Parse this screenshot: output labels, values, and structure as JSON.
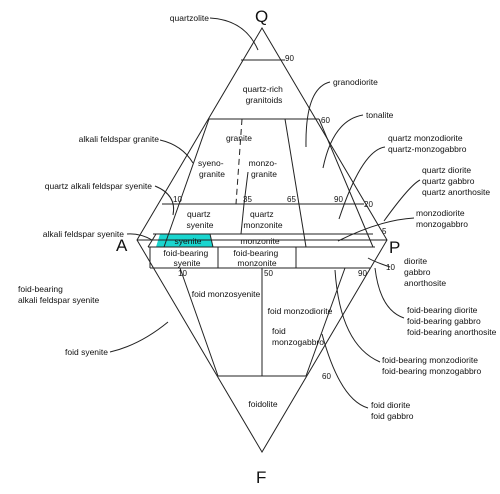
{
  "apices": {
    "Q": "Q",
    "A": "A",
    "P": "P",
    "F": "F"
  },
  "ticks": {
    "q90": "90",
    "q60": "60",
    "q20": "20",
    "q5": "5",
    "t10": "10",
    "t35": "35",
    "t65": "65",
    "t90": "90",
    "b10": "10",
    "b50": "50",
    "b90": "90",
    "p10": "10",
    "f60": "60"
  },
  "fields": {
    "quartz_rich_granitoids": [
      "quartz-rich",
      "granitoids"
    ],
    "granite": "granite",
    "syenogranite": [
      "syeno-",
      "granite"
    ],
    "monzogranite": [
      "monzo-",
      "granite"
    ],
    "quartz_syenite": [
      "quartz",
      "syenite"
    ],
    "quartz_monzonite": [
      "quartz",
      "monzonite"
    ],
    "syenite": "syenite",
    "monzonite": "monzonite",
    "foid_bearing_syenite": [
      "foid-bearing",
      "syenite"
    ],
    "foid_bearing_monzonite": [
      "foid-bearing",
      "monzonite"
    ],
    "foid_monzosyenite": "foid monzosyenite",
    "foid_monzodiorite": "foid monzodiorite",
    "foid_monzogabbro": [
      "foid",
      "monzogabbro"
    ],
    "foidolite": "foidolite"
  },
  "callouts": {
    "quartzolite": "quartzolite",
    "alkali_feldspar_granite": "alkali feldspar granite",
    "quartz_alkali_feldspar_syenite": "quartz alkali feldspar syenite",
    "alkali_feldspar_syenite": "alkali feldspar syenite",
    "foid_bearing_alkali_feldspar_syenite": [
      "foid-bearing",
      "alkali feldspar syenite"
    ],
    "foid_syenite": "foid syenite",
    "granodiorite": "granodiorite",
    "tonalite": "tonalite",
    "quartz_monzodiorite": [
      "quartz monzodiorite",
      "quartz-monzogabbro"
    ],
    "quartz_diorite": [
      "quartz diorite",
      "quartz gabbro",
      "quartz anorthosite"
    ],
    "monzodiorite": [
      "monzodiorite",
      "monzogabbro"
    ],
    "diorite": [
      "diorite",
      "gabbro",
      "anorthosite"
    ],
    "foid_bearing_diorite": [
      "foid-bearing diorite",
      "foid-bearing gabbro",
      "foid-bearing anorthosite"
    ],
    "foid_bearing_monzodiorite": [
      "foid-bearing monzodiorite",
      "foid-bearing monzogabbro"
    ],
    "foid_diorite": [
      "foid diorite",
      "foid gabbro"
    ]
  },
  "colors": {
    "highlight": "#1ad6cf",
    "line": "#222222"
  }
}
